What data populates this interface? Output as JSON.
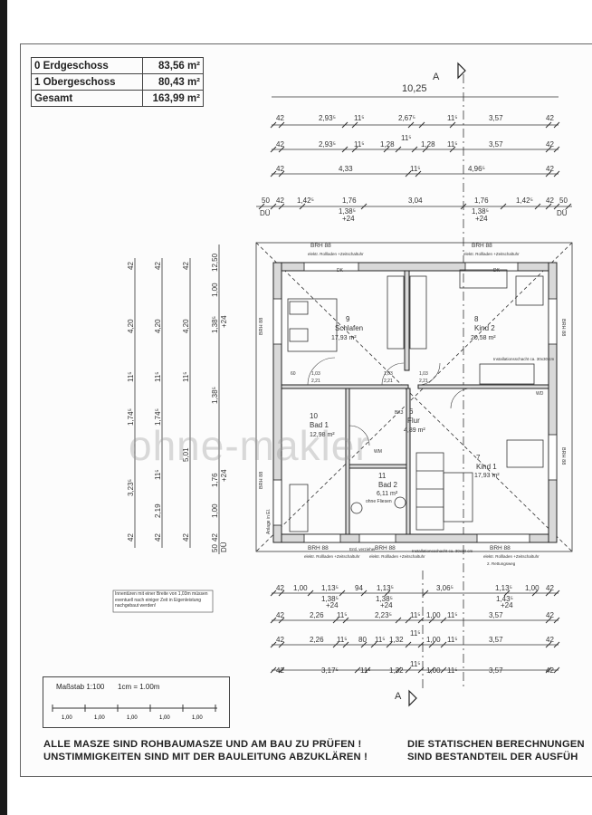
{
  "area_table": {
    "rows": [
      {
        "label": "0 Erdgeschoss",
        "value": "83,56 m²"
      },
      {
        "label": "1 Obergeschoss",
        "value": "80,43 m²"
      },
      {
        "label": "Gesamt",
        "value": "163,99 m²"
      }
    ]
  },
  "section_marker": "A",
  "overall_width": "10,25",
  "top_dims": {
    "row1": [
      "42",
      "2,93⁵",
      "11⁵",
      "2,67⁵",
      "11⁵",
      "3,57",
      "42"
    ],
    "row2": [
      "42",
      "2,93⁵",
      "11⁵",
      "1,28",
      "11⁵",
      "1,28",
      "11⁵",
      "3,57",
      "42"
    ],
    "row3": [
      "42",
      "4,33",
      "11⁵",
      "4,96⁵",
      "42"
    ],
    "row4": [
      "50",
      "42",
      "1,42⁵",
      "1,76",
      "3,04",
      "1,76",
      "1,42⁵",
      "42",
      "50"
    ],
    "row4_sub": [
      "DÜ",
      "1,38⁵",
      "+24",
      "1,38⁵",
      "+24",
      "DÜ"
    ]
  },
  "left_dims": {
    "col1": [
      "42",
      "4,20",
      "11⁵",
      "1,74⁵",
      "3,23⁵",
      "42"
    ],
    "col2": [
      "42",
      "4,20",
      "11⁵",
      "1,74⁵",
      "2,19",
      "11⁵",
      "42"
    ],
    "col3": [
      "42",
      "4,20",
      "11⁵",
      "5,01",
      "42"
    ],
    "col4": [
      "12,50",
      "1,00",
      "1,38⁵",
      "+24",
      "1,38⁵",
      "1,76",
      "+24",
      "1,00",
      "42",
      "50",
      "DÜ"
    ]
  },
  "rooms": [
    {
      "num": "9",
      "name": "Schlafen",
      "area": "17,93 m²"
    },
    {
      "num": "8",
      "name": "Kind 2",
      "area": "20,58 m²"
    },
    {
      "num": "10",
      "name": "Bad 1",
      "area": "12,98 m²"
    },
    {
      "num": "6",
      "name": "Flur",
      "area": "4,89 m²"
    },
    {
      "num": "11",
      "name": "Bad 2",
      "area": "6,11 m²"
    },
    {
      "num": "7",
      "name": "Kind 1",
      "area": "17,93 m²"
    }
  ],
  "plan_labels": {
    "brh_top_left": "BRH 88",
    "brh_top_right": "BRH 88",
    "rollladen": "elektr. Rollladen +Zeitschaltuhr",
    "brh_bottom_1": "BRH 88",
    "brh_bottom_2": "BRH 88",
    "brh_bottom_3": "BRH 88",
    "install_shaft": "Installationsschacht ca. 30x30 cm",
    "ohne_fliesen": "ohne Fliesen",
    "dk": "DK",
    "wd": "WD",
    "door_1": "1,03",
    "door_1b": "2,21",
    "door_60": "60",
    "brh_side_left": "BRH 88",
    "brh_side_right": "BRH 88",
    "anlage_eli": "Anlage in El.",
    "bk3": "BK3",
    "wd_m": "WM",
    "rettungsweg": "2. Rettungsweg",
    "ent_verzieher": "Entl. verzieher"
  },
  "note": "Innentüren mit einer Breite von 1,03m müssen eventuell nach einiger Zeit in Eigenleistung nachgebaut werden!",
  "bottom_dims": {
    "row1": [
      "42",
      "1,00",
      "1,13⁵",
      "94",
      "1,13⁵",
      "3,06⁵",
      "1,13⁵",
      "1,00",
      "42"
    ],
    "row1_sub": [
      "1,38⁵",
      "+24",
      "1,38⁵",
      "+24",
      "1,43⁵",
      "+24"
    ],
    "row2": [
      "42",
      "2,26",
      "11⁵",
      "2,23⁵",
      "11⁵",
      "1,00",
      "11⁵",
      "3,57",
      "42"
    ],
    "row3": [
      "42",
      "2,26",
      "11⁵",
      "80",
      "11⁵",
      "1,32",
      "11⁵",
      "1,00",
      "11⁵",
      "3,57",
      "42"
    ],
    "row4": [
      "42",
      "3,17⁵",
      "11⁵",
      "1,32",
      "11⁵",
      "1,00",
      "11⁵",
      "3,57",
      "42"
    ]
  },
  "scale": {
    "label": "Maßstab 1:100",
    "ratio": "1cm = 1.00m",
    "ticks": [
      "1,00",
      "1,00",
      "1,00",
      "1,00",
      "1,00"
    ]
  },
  "footer_left": [
    "ALLE MASZE SIND ROHBAUMASZE UND AM BAU ZU PRÜFEN !",
    "UNSTIMMIGKEITEN SIND MIT DER BAULEITUNG ABZUKLÄREN !"
  ],
  "footer_right": [
    "DIE STATISCHEN BERECHNUNGEN",
    "SIND BESTANDTEIL DER AUSFÜH"
  ],
  "watermark": "ohne-makler"
}
